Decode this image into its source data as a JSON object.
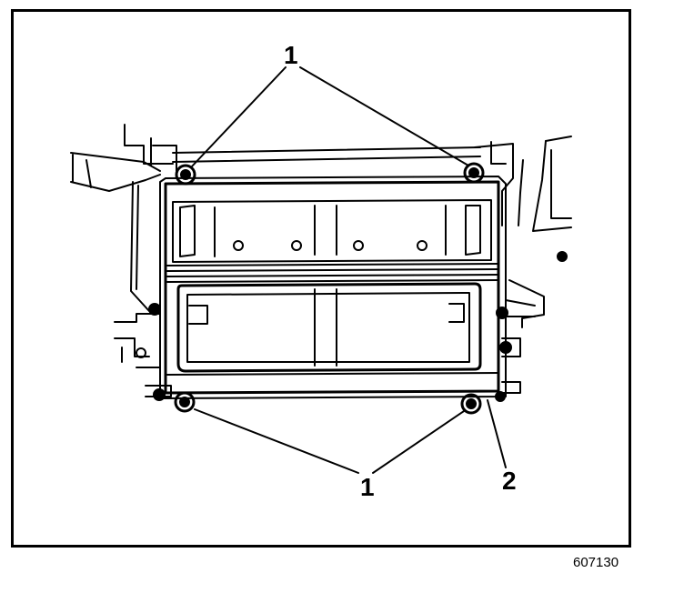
{
  "diagram": {
    "callouts": {
      "top_fasteners": "1",
      "bottom_fasteners": "1",
      "housing": "2"
    },
    "figure_number": "607130"
  }
}
